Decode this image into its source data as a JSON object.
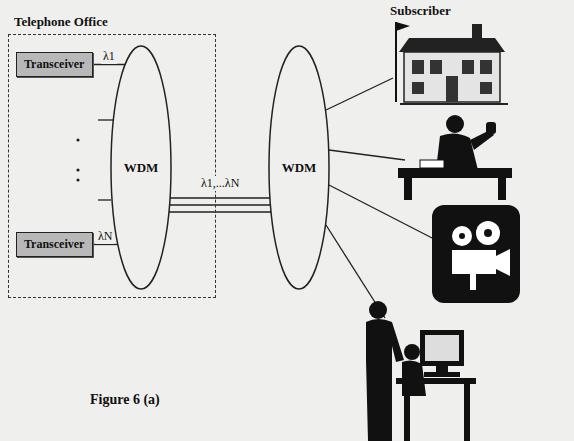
{
  "diagram": {
    "caption": "Figure 6 (a)",
    "nodes": [
      {
        "text": [
          "Telephone Office"
        ]
      },
      {
        "text": [
          "Transceiver"
        ],
        "in": 0
      },
      {
        "text": [
          "Transceiver"
        ],
        "in": 0
      },
      {
        "text": [
          "WDM"
        ],
        "in": 0
      },
      {
        "text": [
          "WDM"
        ]
      }
    ],
    "edges": [
      {
        "from": 1,
        "to": 3,
        "label": "λ1",
        "arrow": "none"
      },
      {
        "from": 2,
        "to": 3,
        "label": "λN",
        "arrow": "none"
      },
      {
        "from": 3,
        "to": 4,
        "label": "λ1,...λN",
        "arrow": "none"
      }
    ],
    "labels": [
      "Subscriber"
    ]
  }
}
